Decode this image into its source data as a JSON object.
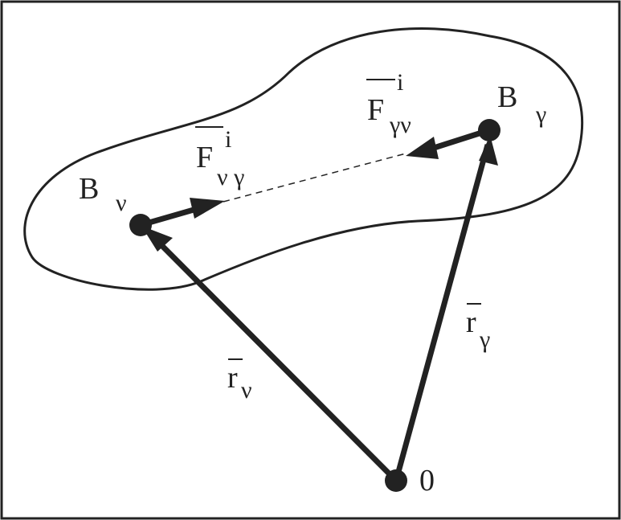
{
  "diagram": {
    "colors": {
      "ink": "#222222",
      "background": "#ffffff"
    },
    "labels": {
      "body_nu": {
        "main": "B",
        "sub": "ν"
      },
      "body_gamma": {
        "main": "B",
        "sub": "γ"
      },
      "force_nu_gamma": {
        "main": "F",
        "sub": "ν γ",
        "sup": "i"
      },
      "force_gamma_nu": {
        "main": "F",
        "sub": "γν",
        "sup": "i"
      },
      "position_nu": {
        "main": "r",
        "sub": "ν"
      },
      "position_gamma": {
        "main": "r",
        "sub": "γ"
      },
      "origin": {
        "main": "0"
      }
    }
  }
}
